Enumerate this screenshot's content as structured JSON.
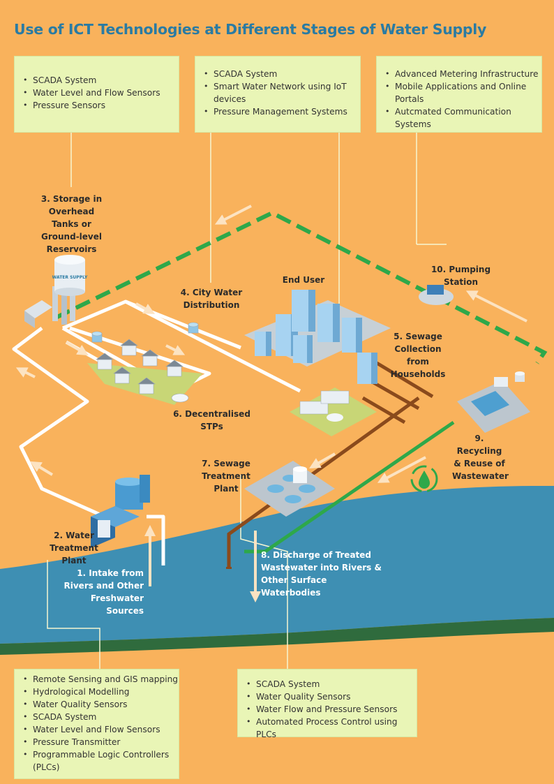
{
  "title": "Use of ICT Technologies at Different Stages of Water Supply",
  "boxes": {
    "top_left": [
      "SCADA System",
      "Water Level and Flow Sensors",
      "Pressure Sensors"
    ],
    "top_middle": [
      "SCADA System",
      "Smart Water Network using IoT devices",
      "Pressure Management Systems"
    ],
    "top_right": [
      "Advanced Metering Infrastructure",
      "Mobile Applications and Online Portals",
      "Autcmated Communication Systems"
    ],
    "bottom_left": [
      "Remote Sensing and GIS mapping",
      "Hydrological Modelling",
      "Water Quality Sensors",
      "SCADA System",
      "Water Level and Flow Sensors",
      "Pressure Transmitter",
      "Programmable Logic Controllers (PLCs)"
    ],
    "bottom_right": [
      "SCADA System",
      "Water Quality Sensors",
      "Water Flow and Pressure Sensors",
      "Automated Process Control using PLCs"
    ]
  },
  "stages": {
    "s1": "1. Intake from Rivers and Other Freshwater Sources",
    "s2": "2. Water Treatment Plant",
    "s3": "3. Storage in Overhead Tanks or Ground-level Reservoirs",
    "s4": "4. City Water Distribution",
    "end_user": "End User",
    "s5": "5. Sewage Collection from Households",
    "s6": "6. Decentralised STPs",
    "s7": "7. Sewage Treatment Plant",
    "s8": "8. Discharge of Treated Wastewater into Rivers & Other Surface Waterbodies",
    "s9": "9. Recycling & Reuse of Wastewater",
    "s10": "10. Pumping Station"
  },
  "tank_label": "WATER SUPPLY",
  "colors": {
    "background": "#F9B25C",
    "box": "#E9F5B6",
    "river": "#3E8FB3",
    "title": "#2A7BA3",
    "recycle_pipe": "#2EA84A",
    "sewage_pipe": "#8A4A1C"
  }
}
